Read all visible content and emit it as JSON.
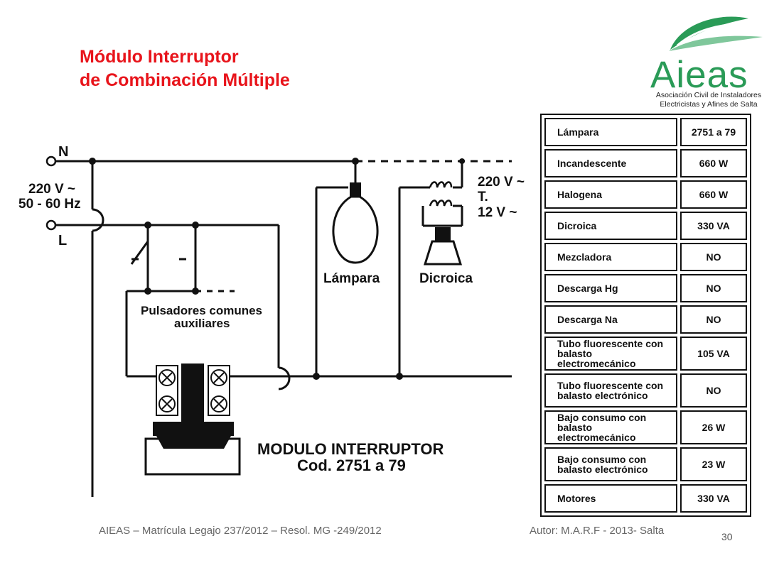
{
  "title": {
    "line1": "Módulo Interruptor",
    "line2": "de Combinación Múltiple"
  },
  "logo": {
    "name": "Aieas",
    "subtitle_line1": "Asociación Civil de Instaladores",
    "subtitle_line2": "Electricistas y Afines de Salta",
    "leaf_color": "#2a9b57"
  },
  "diagram": {
    "neutral_label": "N",
    "line_label": "L",
    "supply_voltage": "220 V ~",
    "supply_freq": "50 - 60 Hz",
    "pushbuttons_line1": "Pulsadores comunes",
    "pushbuttons_line2": "auxiliares",
    "lamp_label": "Lámpara",
    "dichroic_label": "Dicroica",
    "transformer_in": "220 V ~",
    "transformer_t": "T.",
    "transformer_out": "12 V  ~",
    "module_line1": "MODULO INTERRUPTOR",
    "module_line2": "Cod. 2751 a 79"
  },
  "table": {
    "rows": [
      {
        "load": "Lámpara",
        "value": "2751 a 79"
      },
      {
        "load": "Incandescente",
        "value": "660 W"
      },
      {
        "load": "Halogena",
        "value": "660 W"
      },
      {
        "load": "Dicroica",
        "value": "330 VA"
      },
      {
        "load": "Mezcladora",
        "value": "NO"
      },
      {
        "load": "Descarga Hg",
        "value": "NO"
      },
      {
        "load": "Descarga Na",
        "value": "NO"
      },
      {
        "load": "Tubo fluorescente con balasto electromecánico",
        "value": "105 VA"
      },
      {
        "load": "Tubo fluorescente con balasto electrónico",
        "value": "NO"
      },
      {
        "load": "Bajo consumo con balasto electromecánico",
        "value": "26 W"
      },
      {
        "load": "Bajo consumo con balasto electrónico",
        "value": "23 W"
      },
      {
        "load": "Motores",
        "value": "330 VA"
      }
    ]
  },
  "footer": {
    "left": "AIEAS – Matrícula Legajo 237/2012 – Resol. MG -249/2012",
    "right": "Autor: M.A.R.F - 2013- Salta",
    "page": "30"
  }
}
